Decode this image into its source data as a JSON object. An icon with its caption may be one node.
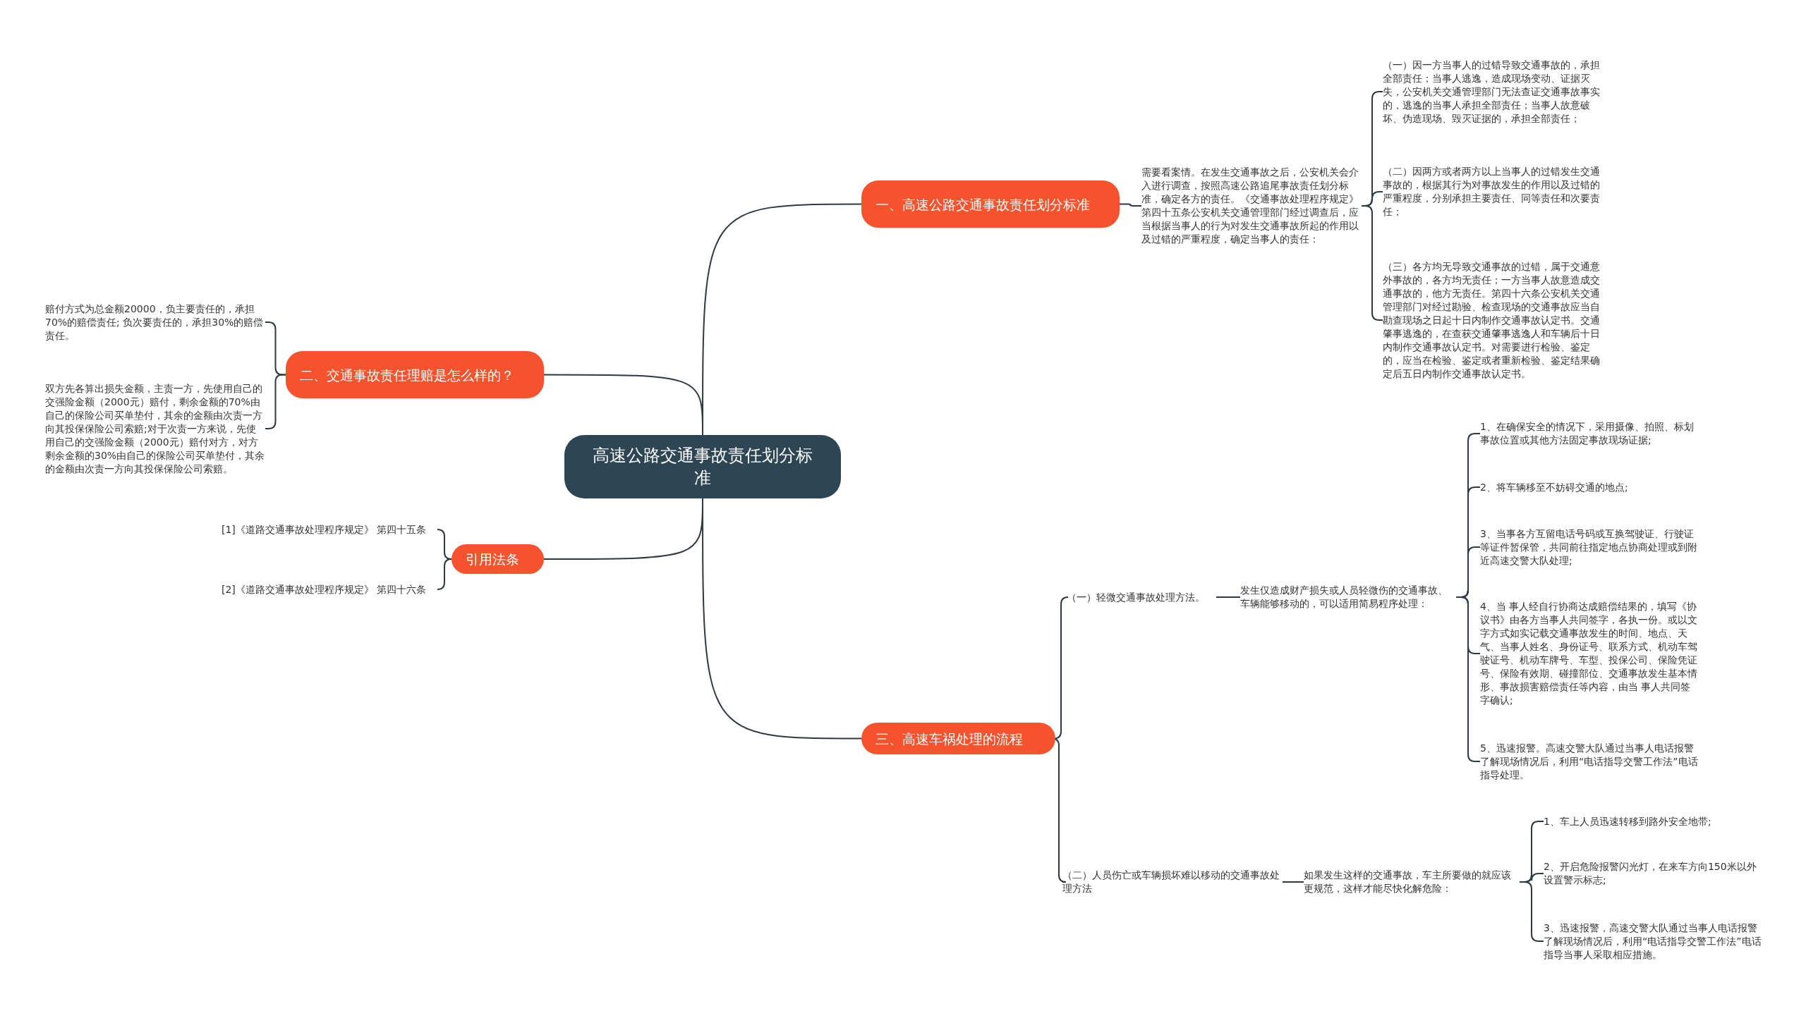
{
  "diagram": {
    "nodes": [
      {
        "text": [
          "高速公路交通事故责任划分标准"
        ]
      },
      {
        "text": [
          "一、高速公路交通事故责任划分标准"
        ]
      },
      {
        "text": [
          "需要看案情。在发生交通事故之后，公安机关会介入进行调查，按照高速公路追尾事故责任划分标准，确定各方的责任。《交通事故处理程序规定》第四十五条公安机关交通管理部门经过调查后，应当根据当事人的行为对发生交通事故所起的作用以及过错的严重程度，确定当事人的责任："
        ]
      },
      {
        "text": [
          "（一）因一方当事人的过错导致交通事故的，承担全部责任；当事人逃逸，造成现场变动、证据灭失，公安机关交通管理部门无法查证交通事故事实的，逃逸的当事人承担全部责任；当事人故意破坏、伪造现场、毁灭证据的，承担全部责任；"
        ]
      },
      {
        "text": [
          "（二）因两方或者两方以上当事人的过错发生交通事故的，根据其行为对事故发生的作用以及过错的严重程度，分别承担主要责任、同等责任和次要责任；"
        ]
      },
      {
        "text": [
          "（三）各方均无导致交通事故的过错，属于交通意外事故的，各方均无责任；一方当事人故意造成交通事故的，他方无责任。第四十六条公安机关交通管理部门对经过勘验、检查现场的交通事故应当自勘查现场之日起十日内制作交通事故认定书。交通肇事逃逸的，在查获交通肇事逃逸人和车辆后十日内制作交通事故认定书。对需要进行检验、鉴定的，应当在检验、鉴定或者重新检验、鉴定结果确定后五日内制作交通事故认定书。"
        ]
      },
      {
        "text": [
          "二、交通事故责任理赔是怎么样的？"
        ]
      },
      {
        "text": [
          "赔付方式为总金额20000，负主要责任的，承担70%的赔偿责任; 负次要责任的，承担30%的赔偿责任。"
        ]
      },
      {
        "text": [
          "双方先各算出损失金额，主责一方，先使用自己的交强险金额（2000元）赔付，剩余金额的70%由自己的保险公司买单垫付，其余的金额由次责一方向其投保保险公司索赔;对于次责一方来说，先使用自己的交强险金额（2000元）赔付对方，对方剩余金额的30%由自己的保险公司买单垫付，其余的金额由次责一方向其投保保险公司索赔。"
        ]
      },
      {
        "text": [
          "引用法条"
        ]
      },
      {
        "text": [
          "[1]《道路交通事故处理程序规定》 第四十五条"
        ]
      },
      {
        "text": [
          "[2]《道路交通事故处理程序规定》 第四十六条"
        ]
      },
      {
        "text": [
          "三、高速车祸处理的流程"
        ]
      },
      {
        "text": [
          "（一）轻微交通事故处理方法。"
        ]
      },
      {
        "text": [
          "发生仅造成财产损失或人员轻微伤的交通事故、车辆能够移动的，可以适用简易程序处理："
        ]
      },
      {
        "text": [
          "1、在确保安全的情况下，采用摄像、拍照、标划事故位置或其他方法固定事故现场证据;"
        ]
      },
      {
        "text": [
          "2、将车辆移至不妨碍交通的地点;"
        ]
      },
      {
        "text": [
          "3、当事各方互留电话号码或互换驾驶证、行驶证等证件暂保管，共同前往指定地点协商处理或到附近高速交警大队处理;"
        ]
      },
      {
        "text": [
          "4、当 事人经自行协商达成赔偿结果的，填写《协议书》由各方当事人共同签字，各执一份。或以文字方式如实记载交通事故发生的时间、地点、天气、当事人姓名、身份证号、联系方式、机动车驾驶证号、机动车牌号、车型、投保公司、保险凭证号、保险有效期、碰撞部位、交通事故发生基本情形、事故损害赔偿责任等内容，由当 事人共同签字确认;"
        ]
      },
      {
        "text": [
          "5、迅速报警。高速交警大队通过当事人电话报警了解现场情况后，利用“电话指导交警工作法”电话指导处理。"
        ]
      },
      {
        "text": [
          "（二）人员伤亡或车辆损坏难以移动的交通事故处理方法"
        ]
      },
      {
        "text": [
          "如果发生这样的交通事故，车主所要做的就应该更规范，这样才能尽快化解危险："
        ]
      },
      {
        "text": [
          "1、车上人员迅速转移到路外安全地带;"
        ]
      },
      {
        "text": [
          "2、开启危险报警闪光灯，在来车方向150米以外设置警示标志;"
        ]
      },
      {
        "text": [
          "3、迅速报警，高速交警大队通过当事人电话报警了解现场情况后，利用“电话指导交警工作法”电话指导当事人采取相应措施。"
        ]
      }
    ],
    "edges": [
      {
        "from": 0,
        "to": 1,
        "arrow": "none"
      },
      {
        "from": 0,
        "to": 6,
        "arrow": "none"
      },
      {
        "from": 0,
        "to": 9,
        "arrow": "none"
      },
      {
        "from": 0,
        "to": 12,
        "arrow": "none"
      },
      {
        "from": 1,
        "to": 2,
        "arrow": "none"
      },
      {
        "from": 2,
        "to": 3,
        "arrow": "none"
      },
      {
        "from": 2,
        "to": 4,
        "arrow": "none"
      },
      {
        "from": 2,
        "to": 5,
        "arrow": "none"
      },
      {
        "from": 6,
        "to": 7,
        "arrow": "none"
      },
      {
        "from": 6,
        "to": 8,
        "arrow": "none"
      },
      {
        "from": 9,
        "to": 10,
        "arrow": "none"
      },
      {
        "from": 9,
        "to": 11,
        "arrow": "none"
      },
      {
        "from": 12,
        "to": 13,
        "arrow": "none"
      },
      {
        "from": 12,
        "to": 20,
        "arrow": "none"
      },
      {
        "from": 13,
        "to": 14,
        "arrow": "none"
      },
      {
        "from": 14,
        "to": 15,
        "arrow": "none"
      },
      {
        "from": 14,
        "to": 16,
        "arrow": "none"
      },
      {
        "from": 14,
        "to": 17,
        "arrow": "none"
      },
      {
        "from": 14,
        "to": 18,
        "arrow": "none"
      },
      {
        "from": 14,
        "to": 19,
        "arrow": "none"
      },
      {
        "from": 20,
        "to": 21,
        "arrow": "none"
      },
      {
        "from": 21,
        "to": 22,
        "arrow": "none"
      },
      {
        "from": 21,
        "to": 23,
        "arrow": "none"
      },
      {
        "from": 21,
        "to": 24,
        "arrow": "none"
      }
    ]
  }
}
